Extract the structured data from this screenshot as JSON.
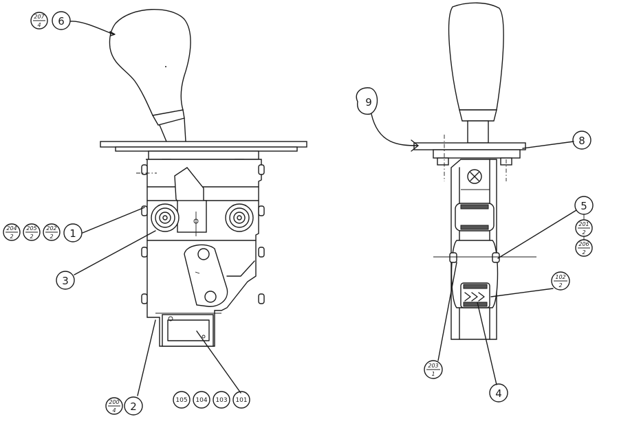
{
  "diagram": {
    "left_callouts": {
      "knob_ref_fraction": {
        "num": "207",
        "den": "4"
      },
      "knob_item": "6",
      "side_ref_fractions": [
        {
          "num": "204",
          "den": "2"
        },
        {
          "num": "205",
          "den": "2"
        },
        {
          "num": "202",
          "den": "2"
        }
      ],
      "side_item": "1",
      "bearing_item": "3",
      "bottom_ref_fraction": {
        "num": "200",
        "den": "4"
      },
      "bottom_item": "2",
      "bottom_right_items": [
        "105",
        "104",
        "103",
        "101"
      ]
    },
    "right_callouts": {
      "arrow_item": "9",
      "plate_item": "8",
      "pivot_item": "5",
      "pivot_ref_fractions": [
        {
          "num": "201",
          "den": "2"
        },
        {
          "num": "206",
          "den": "2"
        }
      ],
      "spring_ref_fraction": {
        "num": "102",
        "den": "2"
      },
      "lower_ref_fraction": {
        "num": "203",
        "den": "1"
      },
      "spring_item": "4"
    }
  }
}
